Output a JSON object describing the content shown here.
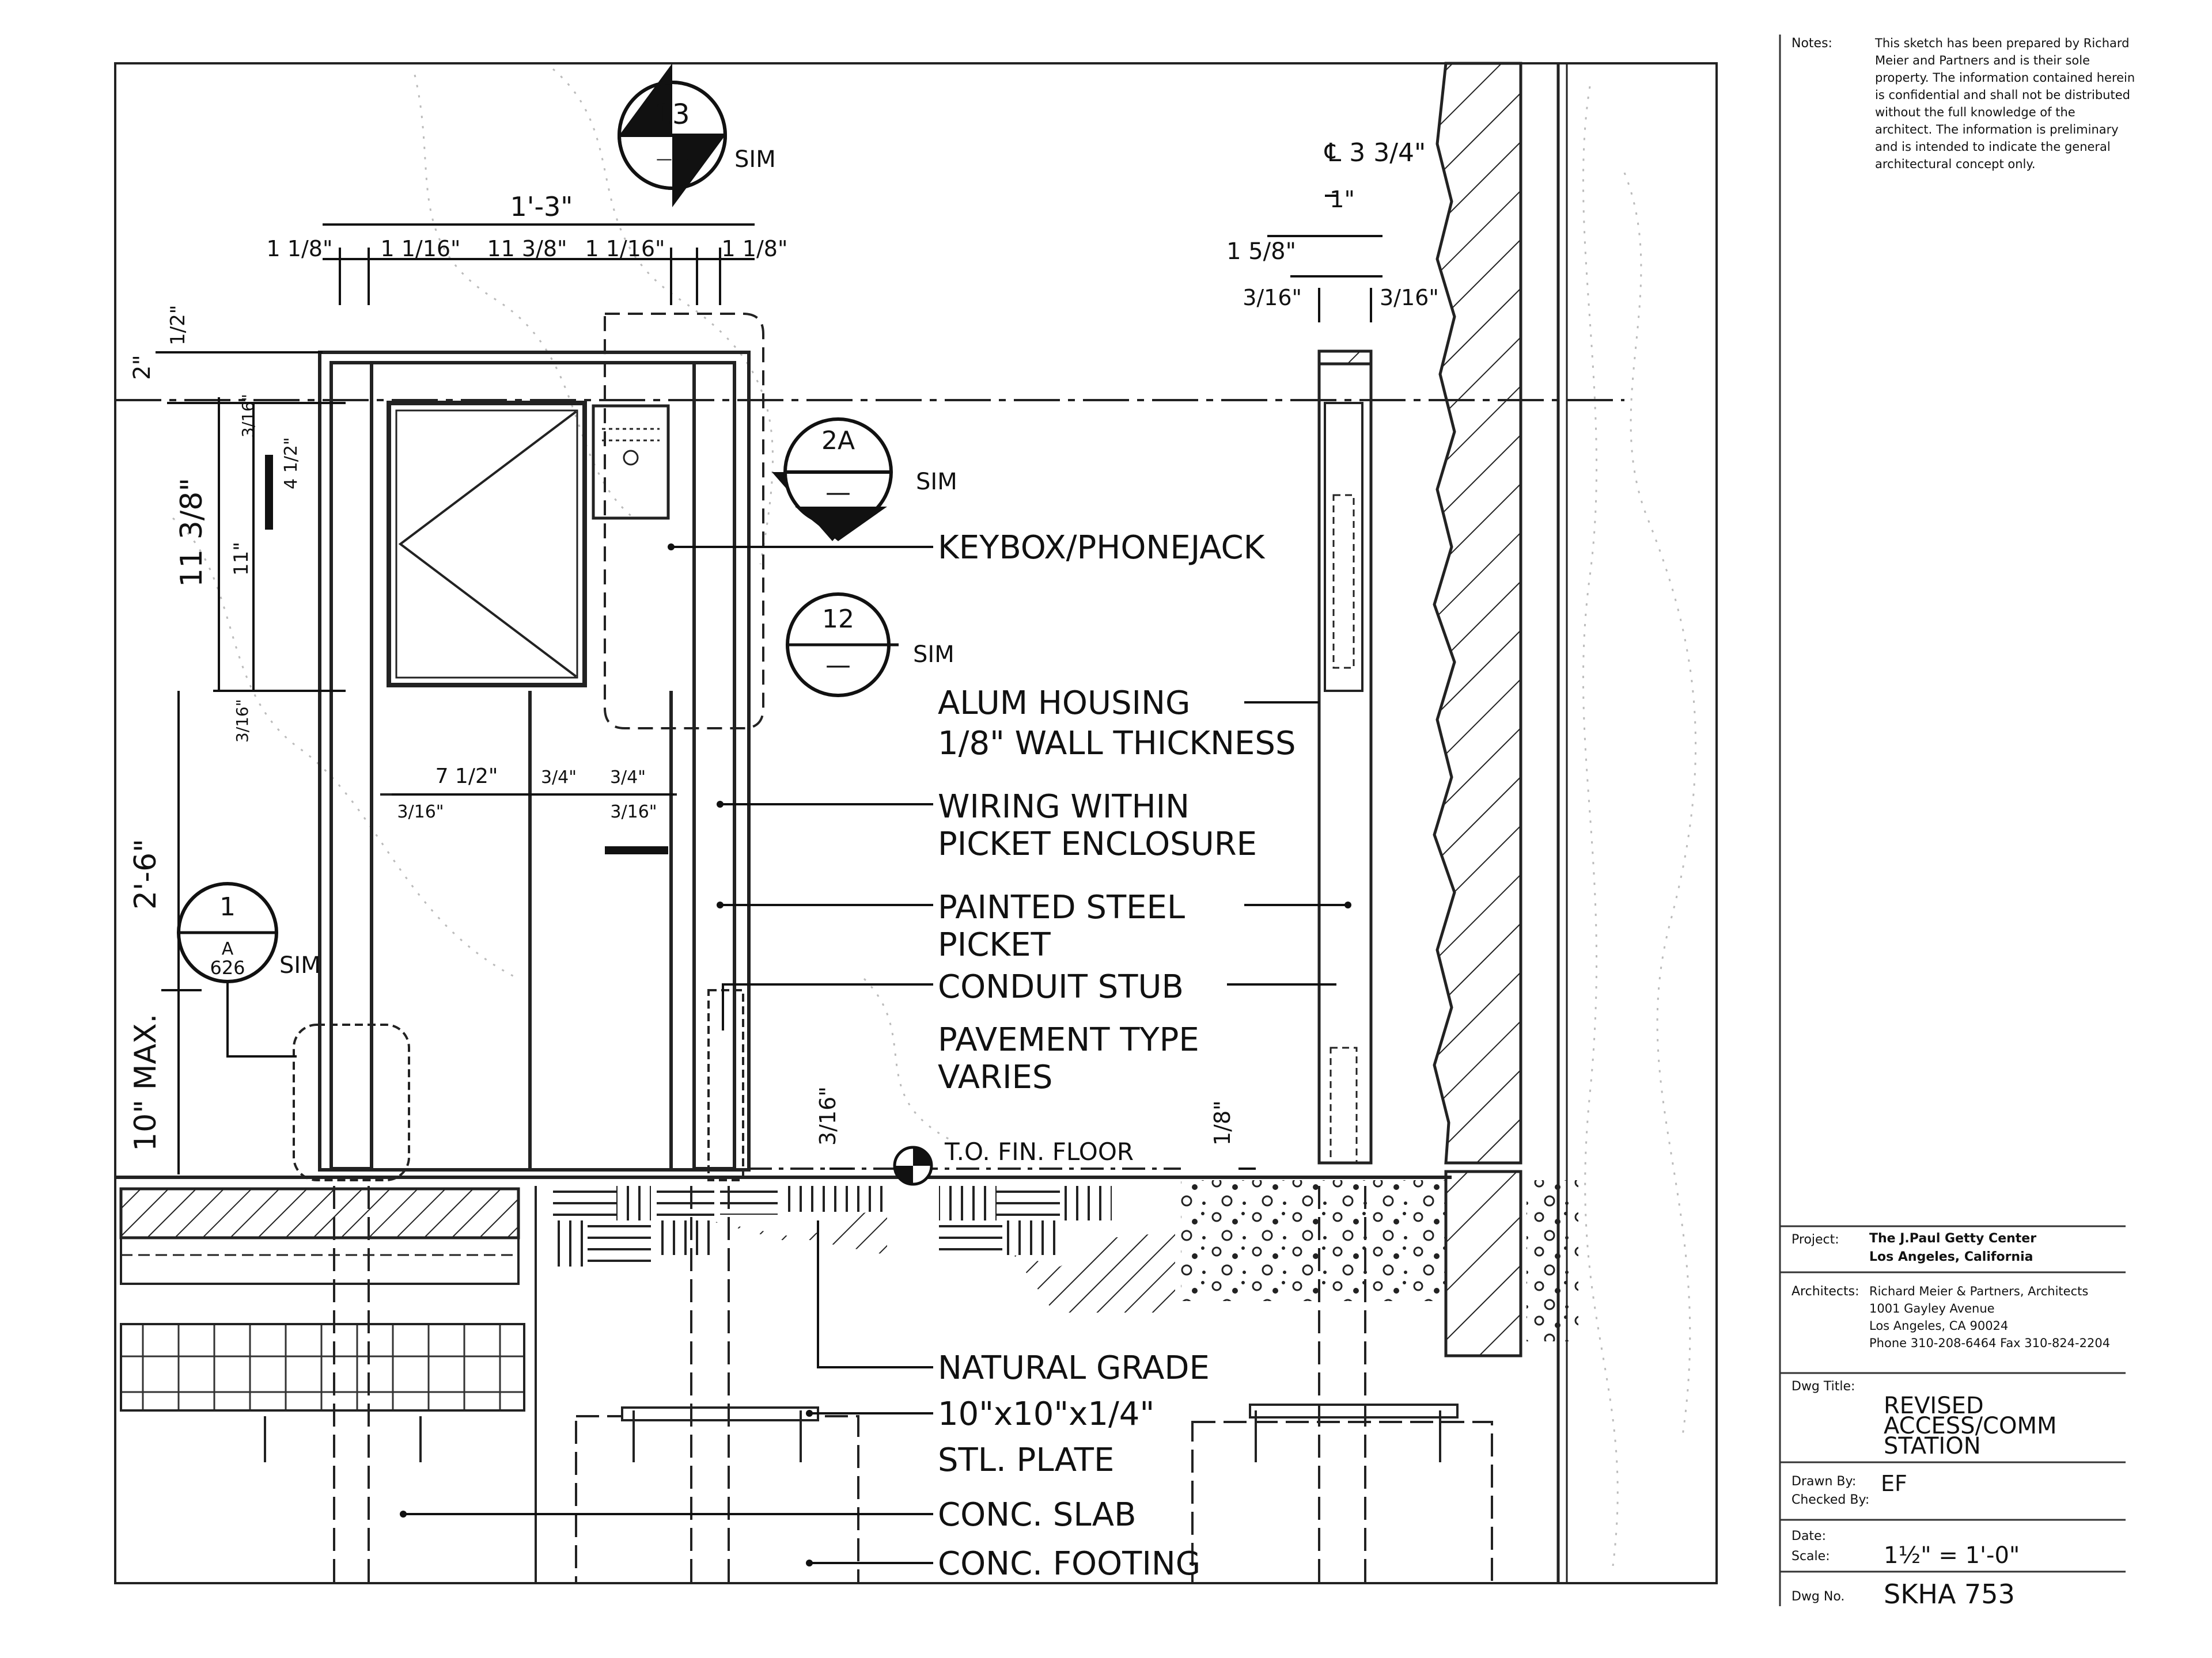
{
  "notes": {
    "label": "Notes:",
    "lines": [
      "This sketch has been prepared by Richard",
      "Meier and Partners and is their sole",
      "property. The information contained herein",
      "is confidential and shall not be distributed",
      "without the full knowledge of the",
      "architect. The information is preliminary",
      "and is intended to indicate the general",
      "architectural concept only."
    ]
  },
  "title_block": {
    "project_label": "Project:",
    "project_lines": [
      "The J.Paul Getty Center",
      "Los Angeles, California"
    ],
    "architects_label": "Architects:",
    "architects_lines": [
      "Richard Meier & Partners, Architects",
      "1001 Gayley Avenue",
      "Los Angeles, CA 90024",
      "Phone 310-208-6464   Fax 310-824-2204"
    ],
    "dwg_title_label": "Dwg Title:",
    "dwg_title_lines": [
      "REVISED",
      "ACCESS/COMM",
      "STATION"
    ],
    "drawn_by_label": "Drawn By:",
    "checked_by_label": "Checked By:",
    "drawn_by": "EF",
    "date_label": "Date:",
    "scale_label": "Scale:",
    "scale": "1½\" = 1'-0\"",
    "dwg_no_label": "Dwg No.",
    "dwg_no": "SKHA 753"
  },
  "callouts": [
    {
      "label": "KEYBOX/PHONEJACK"
    },
    {
      "label": "ALUM HOUSING"
    },
    {
      "label": "1/8\" WALL THICKNESS"
    },
    {
      "label": "WIRING WITHIN"
    },
    {
      "label": "PICKET ENCLOSURE"
    },
    {
      "label": "PAINTED STEEL"
    },
    {
      "label": "PICKET"
    },
    {
      "label": "CONDUIT STUB"
    },
    {
      "label": "PAVEMENT TYPE"
    },
    {
      "label": "VARIES"
    },
    {
      "label": "NATURAL GRADE"
    },
    {
      "label": "10\"x10\"x1/4\""
    },
    {
      "label": "STL. PLATE"
    },
    {
      "label": "CONC. SLAB"
    },
    {
      "label": "CONC. FOOTING"
    }
  ],
  "floor_label": "T.O. FIN. FLOOR",
  "section_markers": [
    {
      "top": "13",
      "bottom": "——",
      "suffix": "SIM"
    },
    {
      "top": "2A",
      "bottom": "—",
      "suffix": "SIM"
    },
    {
      "top": "12",
      "bottom": "—",
      "suffix": "SIM"
    },
    {
      "top": "1",
      "bottom": "A",
      "sheet": "626",
      "suffix": "SIM"
    }
  ],
  "dimensions": {
    "top_overall": "1'-3\"",
    "top_parts": [
      "1 1/8\"",
      "1 1/16\"",
      "11 3/8\"",
      "1 1/16\"",
      "1 1/8\""
    ],
    "left_two": "2\"",
    "left_half": "1/2\"",
    "left_height": "11 3/8\"",
    "left_inner": "11\"",
    "left_small_top": "3/16\"",
    "left_small_bottom": "3/16\"",
    "left_4half": "4 1/2\"",
    "left_2_6": "2'-6\"",
    "left_10max": "10\" MAX.",
    "mid_7half": "7 1/2\"",
    "mid_3_16a": "3/16\"",
    "mid_3_16b": "3/16\"",
    "mid_3_4a": "3/4\"",
    "mid_3_4b": "3/4\"",
    "floor_3_16": "3/16\"",
    "floor_1_8": "1/8\"",
    "right_cl": "℄ 3 3/4\"",
    "right_1": "1\"",
    "right_1_5_8": "1 5/8\"",
    "right_3_16a": "3/16\"",
    "right_3_16b": "3/16\""
  }
}
